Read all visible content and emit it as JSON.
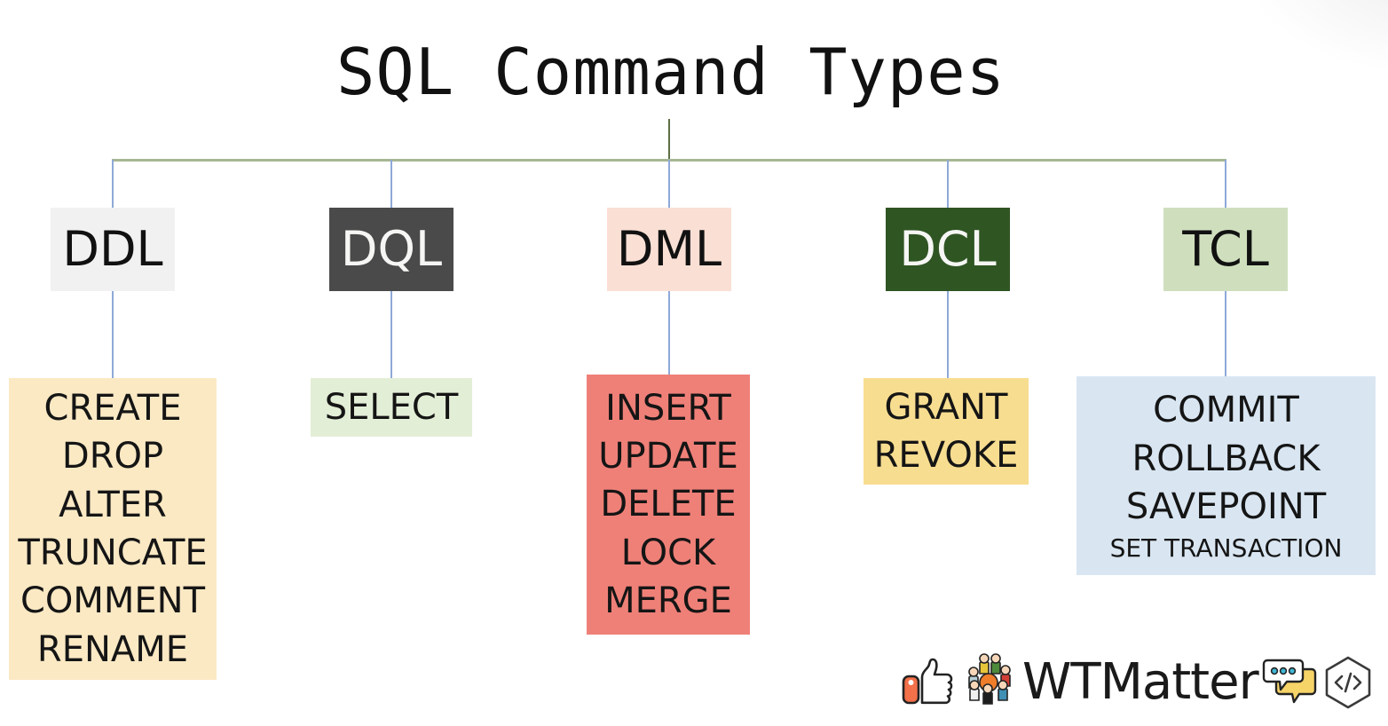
{
  "title": {
    "text": "SQL Command Types",
    "bg": "#fbeccb"
  },
  "categories": [
    {
      "key": "ddl",
      "label": "DDL",
      "box_bg": "#f1f1f1",
      "text_color": "#111111"
    },
    {
      "key": "dql",
      "label": "DQL",
      "box_bg": "#4a4a4a",
      "text_color": "#f6f6f4"
    },
    {
      "key": "dml",
      "label": "DML",
      "box_bg": "#fadfd4",
      "text_color": "#111111"
    },
    {
      "key": "dcl",
      "label": "DCL",
      "box_bg": "#2f5523",
      "text_color": "#f6f6f4"
    },
    {
      "key": "tcl",
      "label": "TCL",
      "box_bg": "#cfdfbe",
      "text_color": "#111111"
    }
  ],
  "command_lists": [
    {
      "key": "ddl",
      "bg": "#fbe9c4",
      "commands": [
        "CREATE",
        "DROP",
        "ALTER",
        "TRUNCATE",
        "COMMENT",
        "RENAME"
      ]
    },
    {
      "key": "dql",
      "bg": "#e3eed6",
      "commands": [
        "SELECT"
      ]
    },
    {
      "key": "dml",
      "bg": "#ef8078",
      "commands": [
        "INSERT",
        "UPDATE",
        "DELETE",
        "LOCK",
        "MERGE"
      ]
    },
    {
      "key": "dcl",
      "bg": "#f7dd90",
      "commands": [
        "GRANT",
        "REVOKE"
      ]
    },
    {
      "key": "tcl",
      "bg": "#d9e6f2",
      "commands": [
        "COMMIT",
        "ROLLBACK",
        "SAVEPOINT",
        "SET TRANSACTION"
      ]
    }
  ],
  "connectors": {
    "stem_color": "#5e7046",
    "bus_color": "#a8b694",
    "drop_color": "#8ea9d8"
  },
  "logo": {
    "word": "WTMatter",
    "icons": [
      "thumbs-up-icon",
      "people-circle-icon",
      "speech-bubbles-icon",
      "code-hexagon-icon"
    ],
    "thumb_sleeve_color": "#f2704a",
    "people_center_color": "#ef7d2a",
    "bubble_accent_color": "#f7d468",
    "bubble_dot_color": "#3fb6d3"
  }
}
